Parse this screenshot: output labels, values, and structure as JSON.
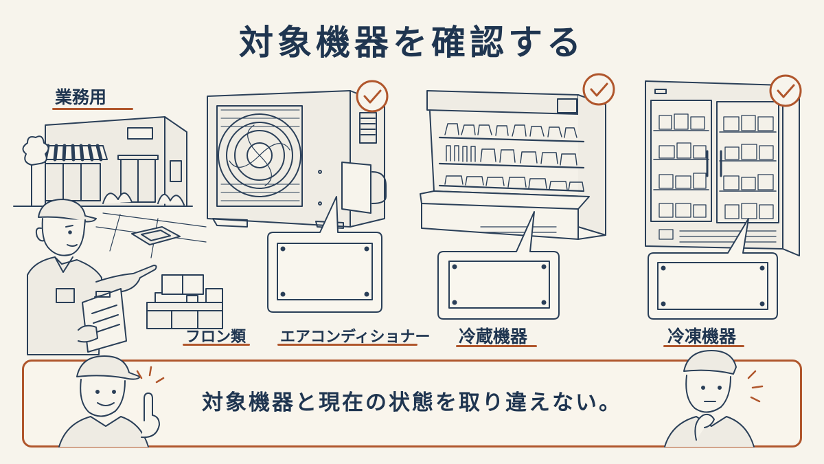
{
  "title": "対象機器を確認する",
  "labels": {
    "commercial": "業務用",
    "freon": "フロン類",
    "air_conditioner": "エアコンディショナー",
    "refrigeration": "冷蔵機器",
    "freezer": "冷凍機器"
  },
  "banner": {
    "message": "対象機器と現在の状態を取り違えない。"
  },
  "colors": {
    "ink": "#1f3550",
    "accent": "#b0562c",
    "paper": "#f7f4ec"
  },
  "icons": [
    "check-icon",
    "nameplate-icon",
    "lightbulb-icon"
  ]
}
